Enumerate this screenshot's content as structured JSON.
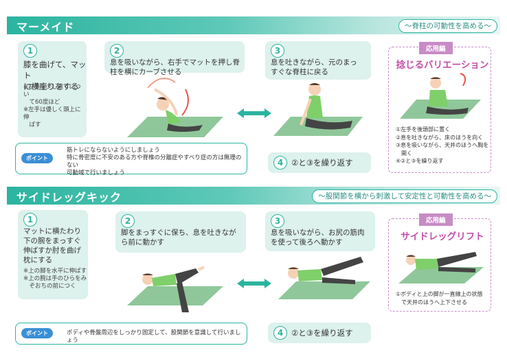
{
  "sections": [
    {
      "title": "マーメイド",
      "subtitle": "〜脊柱の可動性を高める〜",
      "steps": [
        {
          "num": "1",
          "text": "膝を曲げて、マット\nに横座りをする",
          "notes": "※右手を少し遠くについ\n　て60度ほど\n※左手は優しく頭上に伸\n　ばす"
        },
        {
          "num": "2",
          "text": "息を吸いながら、右手でマットを押し脊\n柱を横にカーブさせる"
        },
        {
          "num": "3",
          "text": "息を吐きながら、元のまっ\nすぐな脊柱に戻る"
        },
        {
          "num": "4",
          "text": "②と③を繰り返す"
        }
      ],
      "point_label": "ポイント",
      "point_text": "筋トレにならないようにしましょう\n特に骨密度に不安のある方や脊椎の分離症やすべり症の方は無理のない\n可動域で行いましょう",
      "advanced": {
        "tag": "応用編",
        "title": "捻じるバリエーション",
        "items": [
          "①左手を後頭部に置く",
          "②息を吐きながら、床のほうを向く",
          "③息を吸いながら、天井のほうへ胸を\n　開く",
          "④②と③を繰り返す"
        ]
      }
    },
    {
      "title": "サイドレッグキック",
      "subtitle": "〜股関節を横から刺激して安定性と可動性を高める〜",
      "steps": [
        {
          "num": "1",
          "text": "マットに横たわり\n下の腕をまっすぐ\n伸ばすか肘を曲げ\n枕にする",
          "notes": "※上の脚を水平に伸ばす\n※上の腕は手のひらをみ\n　ぞおちの前につく"
        },
        {
          "num": "2",
          "text": "脚をまっすぐに保ち、息を吐きなが\nら前に動かす"
        },
        {
          "num": "3",
          "text": "息を吸いながら、お尻の筋肉\nを使って後ろへ動かす"
        },
        {
          "num": "4",
          "text": "②と③を繰り返す"
        }
      ],
      "point_label": "ポイント",
      "point_text": "ボディや骨盤周辺をしっかり固定して、股関節を意識して行いましょう",
      "advanced": {
        "tag": "応用編",
        "title": "サイドレッグリフト",
        "items": [
          "①ボディと上の脚が一直線上の状態\n　で天井のほうへ上下させる"
        ]
      }
    }
  ],
  "colors": {
    "accent": "#2bb4a0",
    "card": "#ddf1ed",
    "advanced": "#c88bc6",
    "point_badge": "#3a8fd6",
    "mat": "#8fc79a",
    "shirt": "#7fcf6a"
  }
}
